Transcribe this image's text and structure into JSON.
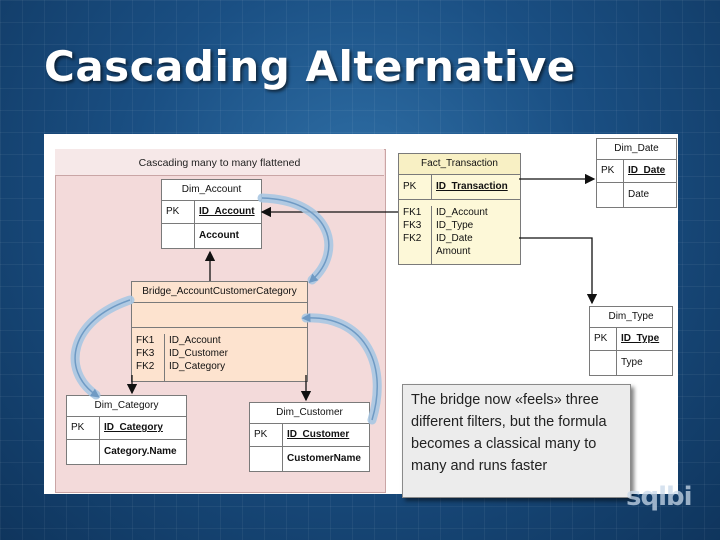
{
  "slide": {
    "title": "Cascading Alternative"
  },
  "diagram": {
    "group_title": "Cascading many to many flattened",
    "dim_account": {
      "name": "Dim_Account",
      "rows": [
        {
          "key": "PK",
          "field": "ID_Account"
        },
        {
          "key": "",
          "field": "Account"
        }
      ]
    },
    "bridge": {
      "name": "Bridge_AccountCustomerCategory",
      "keys": [
        "FK1",
        "FK3",
        "FK2"
      ],
      "fields": [
        "ID_Account",
        "ID_Customer",
        "ID_Category"
      ]
    },
    "dim_category": {
      "name": "Dim_Category",
      "rows": [
        {
          "key": "PK",
          "field": "ID_Category"
        },
        {
          "key": "",
          "field": "Category.Name"
        }
      ]
    },
    "dim_customer": {
      "name": "Dim_Customer",
      "rows": [
        {
          "key": "PK",
          "field": "ID_Customer"
        },
        {
          "key": "",
          "field": "CustomerName"
        }
      ]
    },
    "fact_transaction": {
      "name": "Fact_Transaction",
      "pk_key": "PK",
      "pk_field": "ID_Transaction",
      "keys": [
        "FK1",
        "FK3",
        "FK2",
        ""
      ],
      "fields": [
        "ID_Account",
        "ID_Type",
        "ID_Date",
        "Amount"
      ]
    },
    "dim_date": {
      "name": "Dim_Date",
      "rows": [
        {
          "key": "PK",
          "field": "ID_Date"
        },
        {
          "key": "",
          "field": "Date"
        }
      ]
    },
    "dim_type": {
      "name": "Dim_Type",
      "rows": [
        {
          "key": "PK",
          "field": "ID_Type"
        },
        {
          "key": "",
          "field": "Type"
        }
      ]
    }
  },
  "callout": {
    "text": "The bridge now «feels» three different filters, but the formula becomes a classical many to many and runs faster"
  },
  "brand": {
    "logo_text": "sqlbi"
  },
  "colors": {
    "background": "#1a4f83",
    "title": "#ffffff",
    "group_fill": "#f3dada",
    "fact_fill": "#fdf8d8",
    "bridge_fill": "#fde3cf",
    "arrow_blue": "#8fb3d6"
  }
}
